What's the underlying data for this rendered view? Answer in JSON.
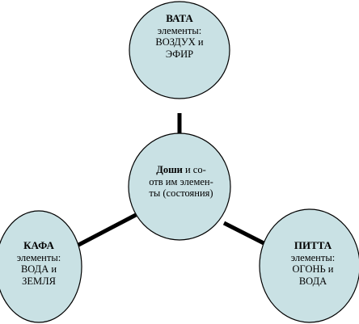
{
  "colors": {
    "node_fill": "#c9e1e4",
    "node_stroke": "#000000",
    "connector": "#000000"
  },
  "center": {
    "title": "Доши",
    "line1_rest": " и со-",
    "line2": "отв им элемен-",
    "line3": "ты (состояния)"
  },
  "vata": {
    "title": "ВАТА",
    "line1": "элементы:",
    "line2": "ВОЗДУХ и",
    "line3": "ЭФИР"
  },
  "kafa": {
    "title": "КАФА",
    "line1": "элементы:",
    "line2": "ВОДА и",
    "line3": "ЗЕМЛЯ"
  },
  "pitta": {
    "title": "ПИТТА",
    "line1": "элементы:",
    "line2": "ОГОНЬ и",
    "line3": "ВОДА"
  }
}
